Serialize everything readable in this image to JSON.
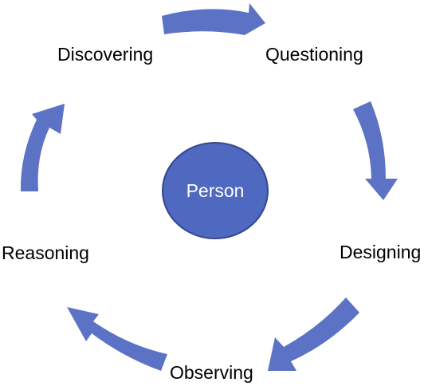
{
  "diagram": {
    "center": {
      "label": "Person"
    },
    "nodes": [
      {
        "id": "discovering",
        "label": "Discovering"
      },
      {
        "id": "questioning",
        "label": "Questioning"
      },
      {
        "id": "designing",
        "label": "Designing"
      },
      {
        "id": "observing",
        "label": "Observing"
      },
      {
        "id": "reasoning",
        "label": "Reasoning"
      }
    ],
    "flow_direction": "clockwise",
    "colors": {
      "arrow_fill": "#5B72C5",
      "circle_fill": "#4F68C0",
      "circle_stroke": "#34488E",
      "text": "#000000",
      "center_text": "#ffffff"
    }
  }
}
